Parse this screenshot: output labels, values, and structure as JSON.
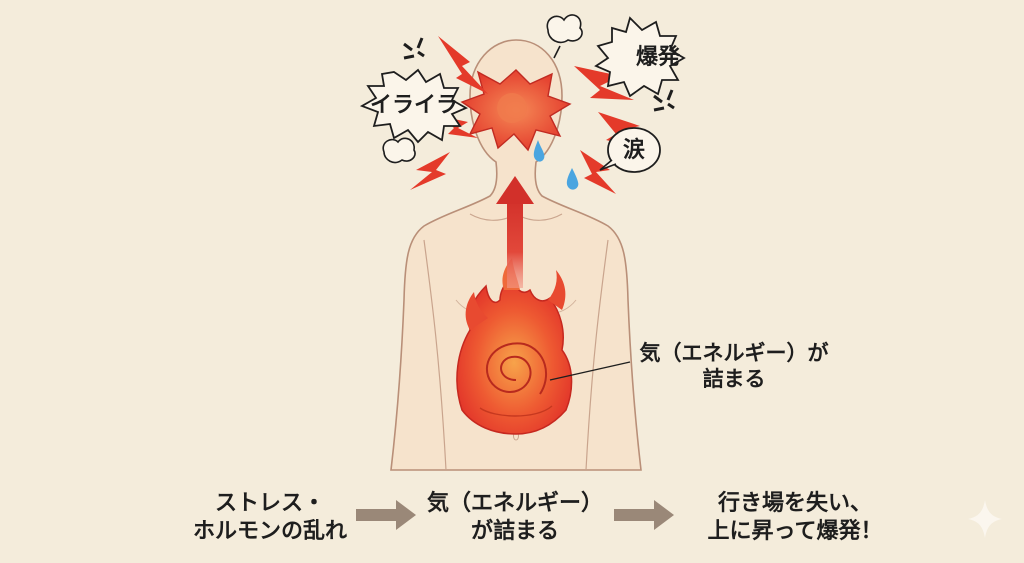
{
  "colors": {
    "background": "#f4ecdb",
    "skin": "#f6e3cc",
    "outline": "#b98f78",
    "fire_red": "#e43a2a",
    "fire_orange": "#f07a3a",
    "arrow_red": "#d9362a",
    "flow_arrow": "#9a8878",
    "tear_blue": "#4aa5e0",
    "text": "#1e1e1e"
  },
  "icons": [
    "anger-mark-icon",
    "steam-puff-icon",
    "tear-drop-icon",
    "lightning-bolt-icon",
    "sparkle-icon"
  ],
  "bubbles": {
    "irritation": "イライラ",
    "explosion": "爆発",
    "tears": "涙"
  },
  "callout": {
    "line1": "気（エネルギー）が",
    "line2": "詰まる"
  },
  "flow": {
    "step1": {
      "line1": "ストレス・",
      "line2": "ホルモンの乱れ"
    },
    "step2": {
      "line1": "気（エネルギー）",
      "line2": "が詰まる"
    },
    "step3": {
      "line1": "行き場を失い、",
      "line2": "上に昇って爆発！"
    }
  }
}
